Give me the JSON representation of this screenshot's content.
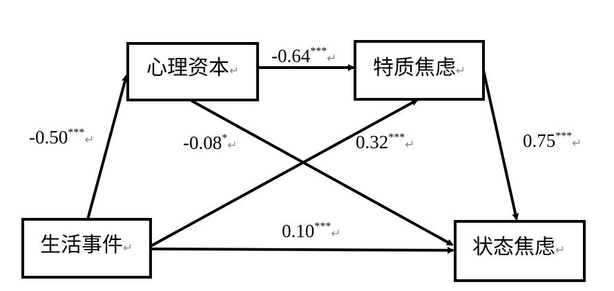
{
  "paragraph_mark": "↵",
  "nodes": {
    "psych_capital": "心理资本",
    "trait_anxiety": "特质焦虑",
    "life_events": "生活事件",
    "state_anxiety": "状态焦虑"
  },
  "paths": {
    "psych_to_trait": {
      "value": "-0.64",
      "sig": "***"
    },
    "life_to_psych": {
      "value": "-0.50",
      "sig": "***"
    },
    "psych_to_state": {
      "value": "-0.08",
      "sig": "*"
    },
    "life_to_trait": {
      "value": "0.32",
      "sig": "***"
    },
    "trait_to_state": {
      "value": "0.75",
      "sig": "***"
    },
    "life_to_state": {
      "value": "0.10",
      "sig": "***"
    }
  }
}
